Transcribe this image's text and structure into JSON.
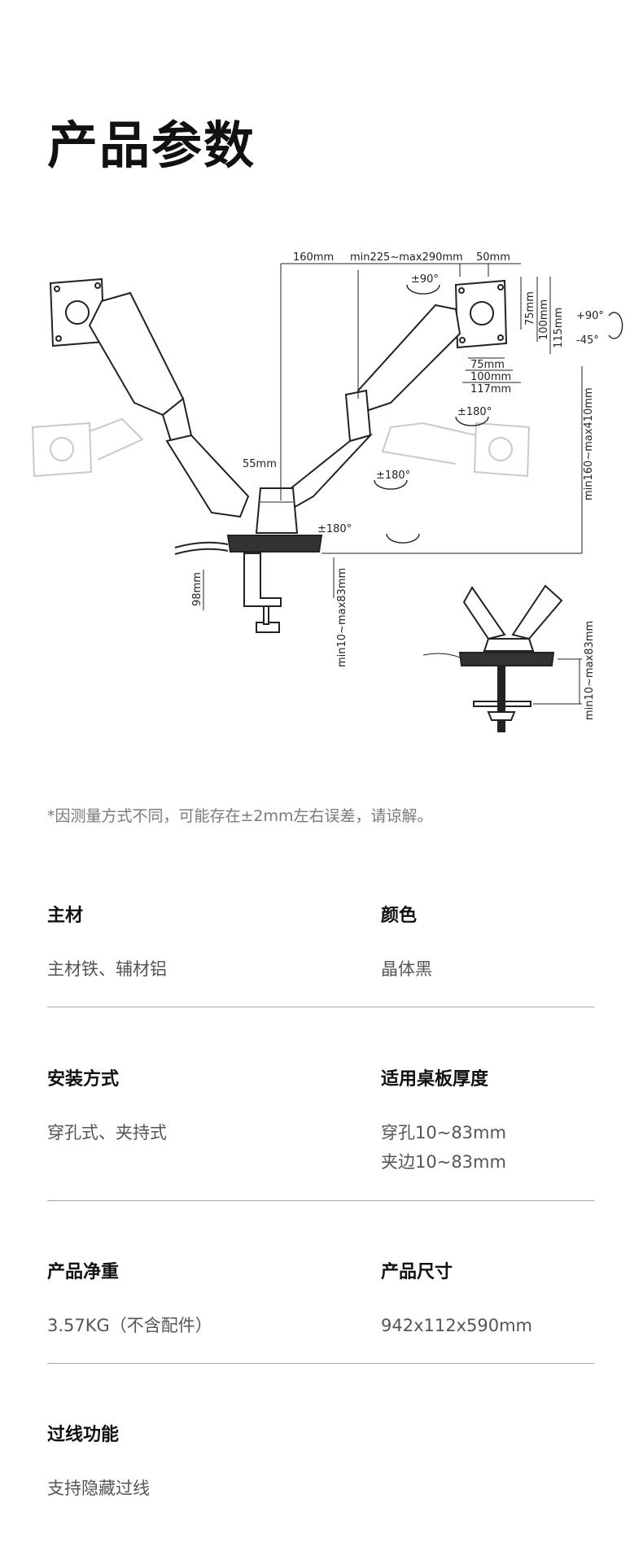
{
  "header": {
    "title": "产品参数"
  },
  "diagram": {
    "dims": {
      "d160": "160mm",
      "reach": "min225~max290mm",
      "d50": "50mm",
      "d55": "55mm",
      "d75h": "75mm",
      "d100h": "100mm",
      "d115h": "115mm",
      "d75w": "75mm",
      "d100w": "100mm",
      "d117w": "117mm",
      "height": "min160~max410mm",
      "d98": "98mm",
      "clamp": "min10~max83mm",
      "grommet": "min10~max83mm"
    },
    "rotations": {
      "pm90_left": "±90°",
      "plus90": "+90°",
      "minus45": "-45°",
      "r180_a": "±180°",
      "r180_b": "±180°",
      "r180_c": "±180°"
    }
  },
  "note": "*因测量方式不同，可能存在±2mm左右误差，请谅解。",
  "specs": [
    {
      "label": "主材",
      "value": "主材铁、辅材铝"
    },
    {
      "label": "颜色",
      "value": "晶体黑"
    },
    {
      "label": "安装方式",
      "value": "穿孔式、夹持式"
    },
    {
      "label": "适用桌板厚度",
      "value": "穿孔10~83mm",
      "value2": "夹边10~83mm"
    },
    {
      "label": "产品净重",
      "value": "3.57KG（不含配件）"
    },
    {
      "label": "产品尺寸",
      "value": "942x112x590mm"
    },
    {
      "label": "过线功能",
      "value": "支持隐藏过线"
    }
  ]
}
